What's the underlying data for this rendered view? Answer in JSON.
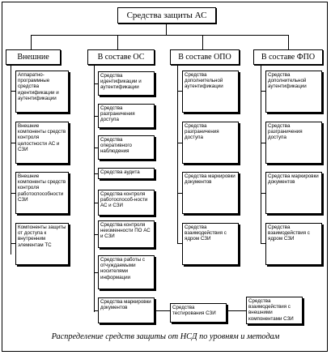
{
  "diagram": {
    "root": "Средства защиты АС",
    "categories": [
      "Внешние",
      "В составе ОС",
      "В составе ОПО",
      "В составе ФПО"
    ],
    "external_items": [
      "Аппаратно-программные средства идентификации и аутентификации",
      "Внешние компоненты средств контроля целостности АС и СЗИ",
      "Внешние компоненты средств контроля работоспособности СЗИ",
      "Компоненты защиты от доступа к внутренним элементам ТС"
    ],
    "os_items": [
      "Средства идентификации и аутентификации",
      "Средства разграничения доступа",
      "Средства оперативного наблюдения",
      "Средства аудита",
      "Средства контроля работоспособ-ности АС и СЗИ",
      "Средства контроля неизменности ПО АС и СЗИ",
      "Средства работы с отчуждаемыми носителями информации",
      "Средства маркировки документов"
    ],
    "os_extra_items": [
      "Средства тестирования СЗИ",
      "Средства взаимодействия с внешними компонентами СЗИ"
    ],
    "opo_items": [
      "Средства дополнительной аутентификации",
      "Средства разграничения доступа",
      "Средства маркировки документов",
      "Средства взаимодействия с ядром СЗИ"
    ],
    "fpo_items": [
      "Средства дополнительной аутентификации",
      "Средства разграничения доступа",
      "Средства маркировки документов",
      "Средства взаимодействия с ядром СЗИ"
    ],
    "caption": "Распределение средств защиты от НСД по уровням и методам"
  }
}
